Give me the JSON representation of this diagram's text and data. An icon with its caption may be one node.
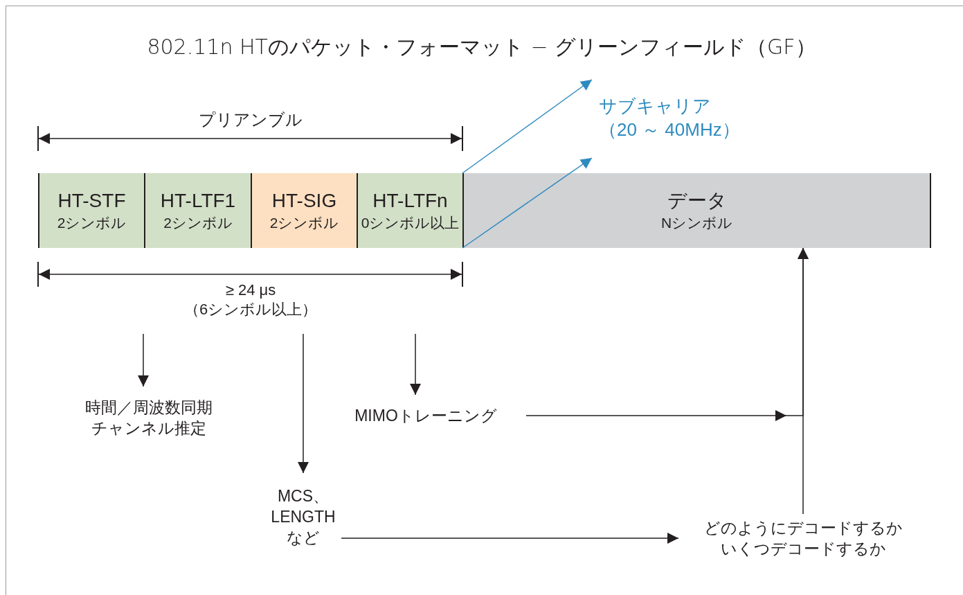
{
  "diagram": {
    "title": "802.11n HTのパケット・フォーマット − グリーンフィールド（GF）",
    "nodes": [
      {
        "text": [
          "HT-STF",
          "2シンボル"
        ]
      },
      {
        "text": [
          "HT-LTF1",
          "2シンボル"
        ]
      },
      {
        "text": [
          "HT-SIG",
          "2シンボル"
        ]
      },
      {
        "text": [
          "HT-LTFn",
          "0シンボル以上"
        ]
      },
      {
        "text": [
          "データ",
          "Nシンボル"
        ]
      },
      {
        "text": [
          "サブキャリア（20 ～ 40MHz）"
        ]
      },
      {
        "text": [
          "時間／周波数同期チャンネル推定"
        ]
      },
      {
        "text": [
          "MIMOトレーニング"
        ]
      },
      {
        "text": [
          "MCS、LENGTHなど"
        ]
      },
      {
        "text": [
          "どのようにデコードするかいくつデコードするか"
        ]
      }
    ],
    "edges": [
      {
        "from": 4,
        "to": 5,
        "arrow": "to",
        "color": "#2e8bc0"
      },
      {
        "from": 4,
        "to": 5,
        "arrow": "to",
        "color": "#2e8bc0"
      },
      {
        "from": null,
        "to": 6,
        "arrow": "to"
      },
      {
        "from": null,
        "to": 8,
        "arrow": "to"
      },
      {
        "from": null,
        "to": 7,
        "arrow": "to"
      },
      {
        "from": 7,
        "to": 4,
        "arrow": "to"
      },
      {
        "from": 8,
        "to": 9,
        "arrow": "to"
      },
      {
        "from": 9,
        "to": 4,
        "arrow": "to"
      }
    ],
    "labels": [
      "プリアンブル",
      "≥ 24 μs",
      "（6シンボル以上）"
    ]
  }
}
